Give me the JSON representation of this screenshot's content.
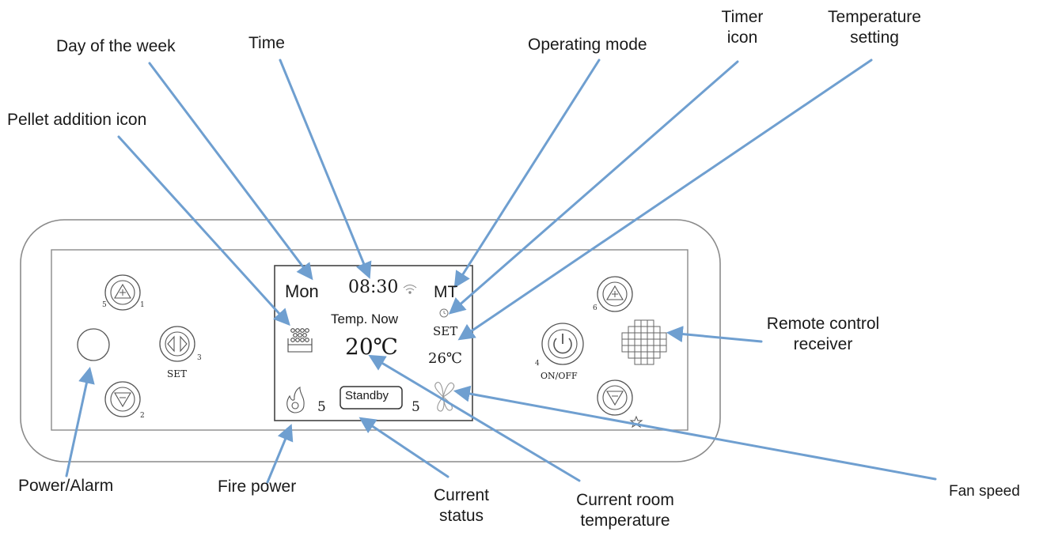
{
  "callouts": {
    "day_of_week": "Day of the week",
    "time": "Time",
    "operating_mode": "Operating mode",
    "timer_icon_line1": "Timer",
    "timer_icon_line2": "icon",
    "temperature_setting_line1": "Temperature",
    "temperature_setting_line2": "setting",
    "pellet_addition_icon": "Pellet addition icon",
    "remote_control_receiver_line1": "Remote control",
    "remote_control_receiver_line2": "receiver",
    "fan_speed": "Fan speed",
    "power_alarm": "Power/Alarm",
    "fire_power": "Fire power",
    "current_status_line1": "Current",
    "current_status_line2": "status",
    "current_room_temperature_line1": "Current room",
    "current_room_temperature_line2": "temperature"
  },
  "lcd": {
    "day": "Mon",
    "time": "08:30",
    "mode": "MT",
    "temp_now_label": "Temp. Now",
    "room_temp": "20℃",
    "set_label": "SET",
    "set_temp": "26℃",
    "fire_level": "5",
    "status": "Standby",
    "fan_level": "5"
  },
  "panel": {
    "left_set_label": "SET",
    "onoff_label": "ON/OFF",
    "btn_num_1": "1",
    "btn_num_2": "2",
    "btn_num_3": "3",
    "btn_num_4": "4",
    "btn_num_5": "5",
    "btn_num_6": "6"
  },
  "colors": {
    "arrow": "#6f9fd0",
    "outline": "#555555"
  }
}
